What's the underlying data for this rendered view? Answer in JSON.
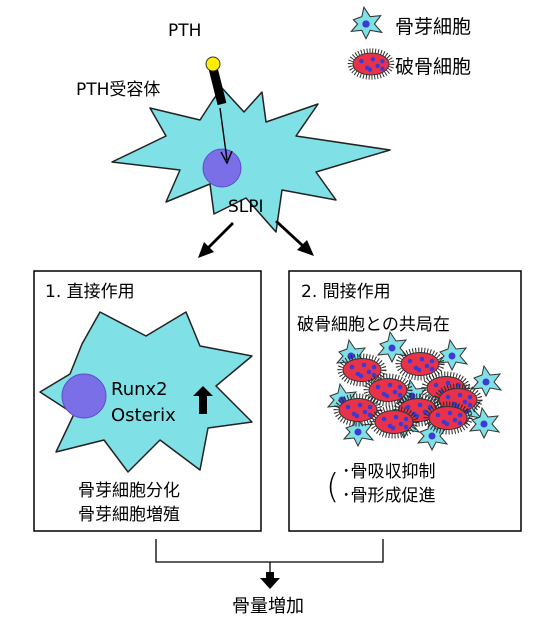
{
  "top": {
    "hormone_label": "PTH",
    "receptor_label": "PTH受容体",
    "secreted_factor_label": "SLPI"
  },
  "legend": {
    "osteoblast_label": "骨芽細胞",
    "osteoclast_label": "破骨細胞"
  },
  "direct_box": {
    "title": "1. 直接作用",
    "gene_1": "Runx2",
    "gene_2": "Osterix",
    "effect_1": "骨芽細胞分化",
    "effect_2": "骨芽細胞増殖"
  },
  "indirect_box": {
    "title": "2. 間接作用",
    "subtitle": "破骨細胞との共局在",
    "bullet_1": "･骨吸収抑制",
    "bullet_2": "･骨形成促進"
  },
  "outcome": {
    "label": "骨量増加"
  },
  "colors": {
    "cell_fill": "#7fe0e6",
    "nucleus_fill": "#7a6fe6",
    "osteoclast_fill": "#e8324a",
    "osteoclast_dots": "#3a3ad6",
    "ligand_fill": "#ffee00"
  },
  "icons": [
    "osteoblast-icon",
    "osteoclast-icon",
    "up-arrow-icon",
    "down-arrow-icon",
    "diagonal-arrow-icon"
  ]
}
